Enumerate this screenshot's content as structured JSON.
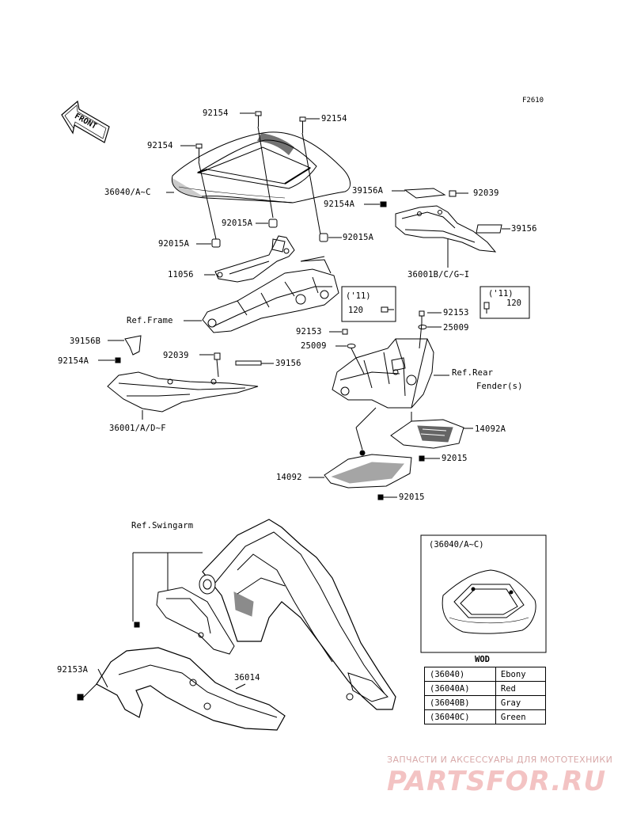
{
  "figure_id": "F2610",
  "front_label": "FRONT",
  "labels": {
    "bolt_top_center": "92154",
    "bolt_top_right": "92154",
    "bolt_top_left": "92154",
    "cowl": "36040/A~C",
    "spacer_center": "92015A",
    "spacer_left": "92015A",
    "spacer_right": "92015A",
    "bracket": "11056",
    "frame_ref": "Ref.Frame",
    "stripe_a": "39156A",
    "bolt_right_side": "92154A",
    "clip_right": "92039",
    "stripe_right": "39156",
    "cover_right": "36001B/C/G~I",
    "note_11_left_year": "('11)",
    "note_11_left_part": "120",
    "note_11_right_year": "('11)",
    "note_11_right_part": "120",
    "bolt_fender_right": "92153",
    "washer_right": "25009",
    "bolt_fender_left": "92153",
    "washer_left": "25009",
    "stripe_b": "39156B",
    "bolt_left_side": "92154A",
    "clip_left": "92039",
    "stripe_left": "39156",
    "fender_ref": "Ref.Rear",
    "fender_ref_2": "Fender(s)",
    "reflector_a": "14092A",
    "nut_a": "92015",
    "cover_left": "36001/A/D~F",
    "reflector": "14092",
    "nut": "92015",
    "swingarm_ref": "Ref.Swingarm",
    "bolt_chain": "92153A",
    "chain_guard": "36014"
  },
  "inset": {
    "title": "(36040/A~C)"
  },
  "wod": {
    "title": "WOD",
    "rows": [
      {
        "code": "(36040)",
        "color": "Ebony"
      },
      {
        "code": "(36040A)",
        "color": "Red"
      },
      {
        "code": "(36040B)",
        "color": "Gray"
      },
      {
        "code": "(36040C)",
        "color": "Green"
      }
    ]
  },
  "watermark": {
    "tagline": "ЗАПЧАСТИ И АКСЕССУАРЫ ДЛЯ МОТОТЕХНИКИ",
    "logo": "PARTSFOR.RU"
  }
}
